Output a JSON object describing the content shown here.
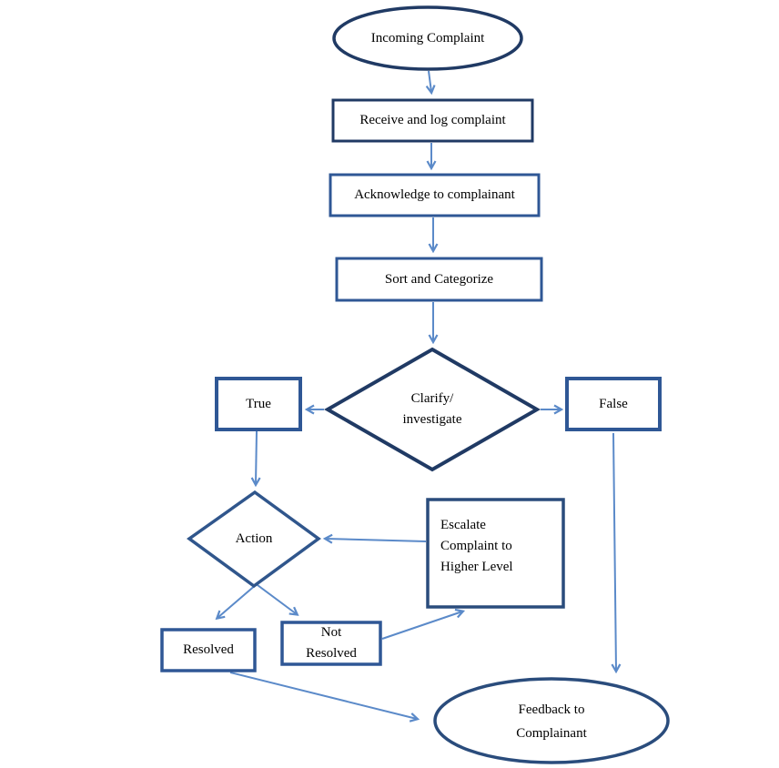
{
  "diagram": {
    "type": "flowchart",
    "colors": {
      "shape_border_dark": "#203a64",
      "shape_border_medium": "#2f5795",
      "shape_border_deep": "#2a4c7c",
      "diamond_action_border": "#30568c",
      "arrow": "#5b8ac9",
      "text": "#000000",
      "background": "#ffffff"
    },
    "nodes": {
      "incoming": {
        "label": "Incoming Complaint",
        "shape": "ellipse"
      },
      "receive": {
        "label": "Receive and log complaint",
        "shape": "rectangle"
      },
      "acknowledge": {
        "label": "Acknowledge to complainant",
        "shape": "rectangle"
      },
      "sort": {
        "label": "Sort and Categorize",
        "shape": "rectangle"
      },
      "clarify": {
        "label": "Clarify/\ninvestigate",
        "shape": "diamond"
      },
      "true": {
        "label": "True",
        "shape": "rectangle"
      },
      "false": {
        "label": "False",
        "shape": "rectangle"
      },
      "action": {
        "label": "Action",
        "shape": "diamond"
      },
      "escalate": {
        "label": "Escalate\nComplaint to\nHigher Level",
        "shape": "rectangle"
      },
      "resolved": {
        "label": "Resolved",
        "shape": "rectangle"
      },
      "not_resolved": {
        "label": "Not\nResolved",
        "shape": "rectangle"
      },
      "feedback": {
        "label": "Feedback to\nComplainant",
        "shape": "ellipse"
      }
    },
    "edges": [
      {
        "from": "incoming",
        "to": "receive"
      },
      {
        "from": "receive",
        "to": "acknowledge"
      },
      {
        "from": "acknowledge",
        "to": "sort"
      },
      {
        "from": "sort",
        "to": "clarify"
      },
      {
        "from": "clarify",
        "to": "true"
      },
      {
        "from": "clarify",
        "to": "false"
      },
      {
        "from": "true",
        "to": "action"
      },
      {
        "from": "escalate",
        "to": "action"
      },
      {
        "from": "action",
        "to": "resolved"
      },
      {
        "from": "action",
        "to": "not_resolved"
      },
      {
        "from": "not_resolved",
        "to": "escalate"
      },
      {
        "from": "resolved",
        "to": "feedback"
      },
      {
        "from": "false",
        "to": "feedback"
      }
    ]
  }
}
